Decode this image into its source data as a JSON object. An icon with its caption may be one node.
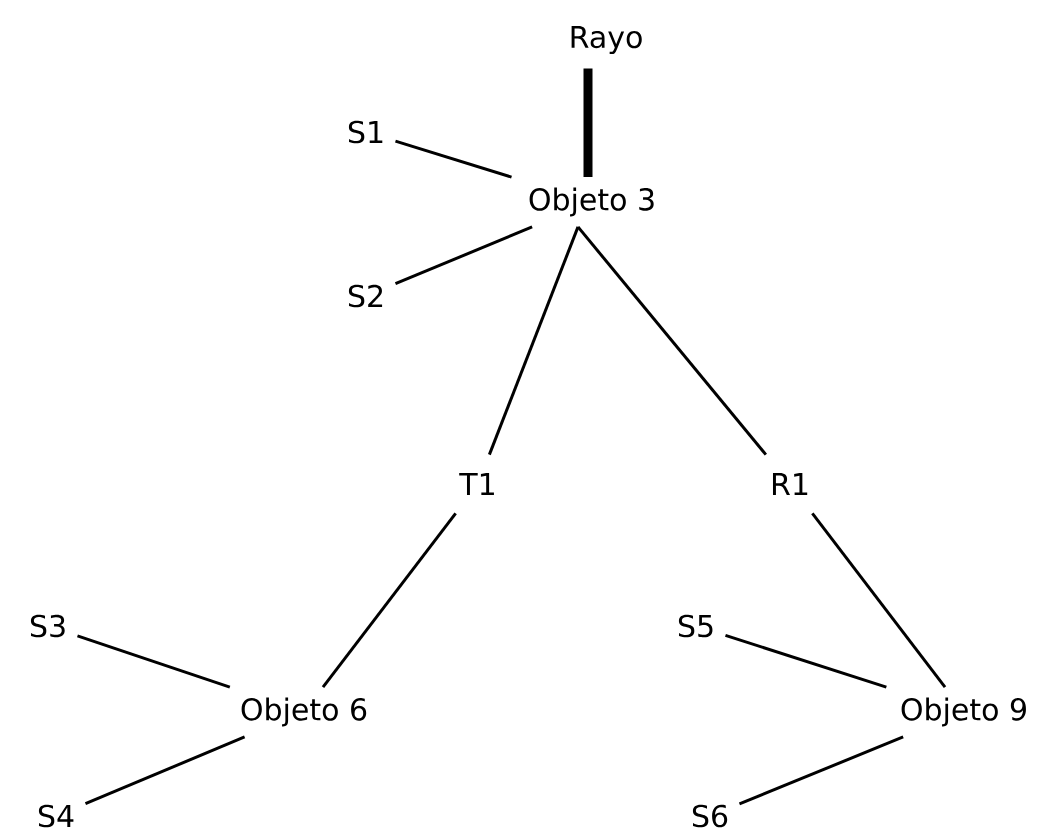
{
  "diagram": {
    "nodes": [
      {
        "text": [
          "Rayo"
        ]
      },
      {
        "text": [
          "S1"
        ]
      },
      {
        "text": [
          "Objeto 3"
        ]
      },
      {
        "text": [
          "S2"
        ]
      },
      {
        "text": [
          "T1"
        ]
      },
      {
        "text": [
          "R1"
        ]
      },
      {
        "text": [
          "S3"
        ]
      },
      {
        "text": [
          "Objeto 6"
        ]
      },
      {
        "text": [
          "S4"
        ]
      },
      {
        "text": [
          "S5"
        ]
      },
      {
        "text": [
          "Objeto 9"
        ]
      },
      {
        "text": [
          "S6"
        ]
      }
    ],
    "edges": [
      {
        "from": 0,
        "to": 2,
        "arrow": "none",
        "style": "thick"
      },
      {
        "from": 1,
        "to": 2,
        "arrow": "none"
      },
      {
        "from": 3,
        "to": 2,
        "arrow": "none"
      },
      {
        "from": 2,
        "to": 4,
        "arrow": "none"
      },
      {
        "from": 2,
        "to": 5,
        "arrow": "none"
      },
      {
        "from": 4,
        "to": 7,
        "arrow": "none"
      },
      {
        "from": 5,
        "to": 10,
        "arrow": "none"
      },
      {
        "from": 6,
        "to": 7,
        "arrow": "none"
      },
      {
        "from": 8,
        "to": 7,
        "arrow": "none"
      },
      {
        "from": 9,
        "to": 10,
        "arrow": "none"
      },
      {
        "from": 11,
        "to": 10,
        "arrow": "none"
      }
    ]
  }
}
